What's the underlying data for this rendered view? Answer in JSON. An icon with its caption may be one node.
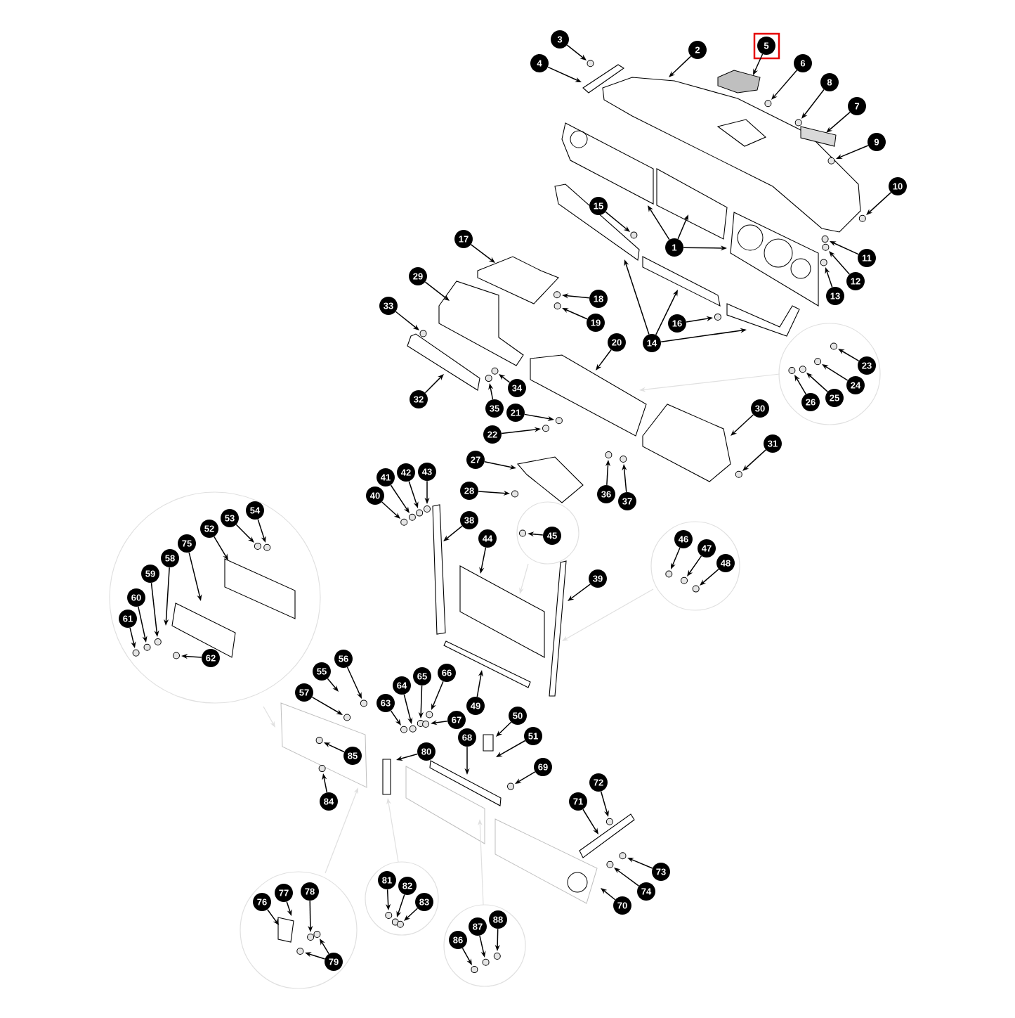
{
  "diagram": {
    "nodes": [
      {
        "text": [
          "1"
        ]
      },
      {
        "text": [
          "2"
        ]
      },
      {
        "text": [
          "3"
        ]
      },
      {
        "text": [
          "4"
        ]
      },
      {
        "text": [
          "5"
        ]
      },
      {
        "text": [
          "6"
        ]
      },
      {
        "text": [
          "7"
        ]
      },
      {
        "text": [
          "8"
        ]
      },
      {
        "text": [
          "9"
        ]
      },
      {
        "text": [
          "10"
        ]
      },
      {
        "text": [
          "11"
        ]
      },
      {
        "text": [
          "12"
        ]
      },
      {
        "text": [
          "13"
        ]
      },
      {
        "text": [
          "14"
        ]
      },
      {
        "text": [
          "15"
        ]
      },
      {
        "text": [
          "16"
        ]
      },
      {
        "text": [
          "17"
        ]
      },
      {
        "text": [
          "18"
        ]
      },
      {
        "text": [
          "19"
        ]
      },
      {
        "text": [
          "20"
        ]
      },
      {
        "text": [
          "21"
        ]
      },
      {
        "text": [
          "22"
        ]
      },
      {
        "text": [
          "23"
        ]
      },
      {
        "text": [
          "24"
        ]
      },
      {
        "text": [
          "25"
        ]
      },
      {
        "text": [
          "26"
        ]
      },
      {
        "text": [
          "27"
        ]
      },
      {
        "text": [
          "28"
        ]
      },
      {
        "text": [
          "29"
        ]
      },
      {
        "text": [
          "30"
        ]
      },
      {
        "text": [
          "31"
        ]
      },
      {
        "text": [
          "32"
        ]
      },
      {
        "text": [
          "33"
        ]
      },
      {
        "text": [
          "34"
        ]
      },
      {
        "text": [
          "35"
        ]
      },
      {
        "text": [
          "36"
        ]
      },
      {
        "text": [
          "37"
        ]
      },
      {
        "text": [
          "38"
        ]
      },
      {
        "text": [
          "39"
        ]
      },
      {
        "text": [
          "40"
        ]
      },
      {
        "text": [
          "41"
        ]
      },
      {
        "text": [
          "42"
        ]
      },
      {
        "text": [
          "43"
        ]
      },
      {
        "text": [
          "44"
        ]
      },
      {
        "text": [
          "45"
        ]
      },
      {
        "text": [
          "46"
        ]
      },
      {
        "text": [
          "47"
        ]
      },
      {
        "text": [
          "48"
        ]
      },
      {
        "text": [
          "49"
        ]
      },
      {
        "text": [
          "50"
        ]
      },
      {
        "text": [
          "51"
        ]
      },
      {
        "text": [
          "52"
        ]
      },
      {
        "text": [
          "53"
        ]
      },
      {
        "text": [
          "54"
        ]
      },
      {
        "text": [
          "55"
        ]
      },
      {
        "text": [
          "56"
        ]
      },
      {
        "text": [
          "57"
        ]
      },
      {
        "text": [
          "58"
        ]
      },
      {
        "text": [
          "59"
        ]
      },
      {
        "text": [
          "60"
        ]
      },
      {
        "text": [
          "61"
        ]
      },
      {
        "text": [
          "62"
        ]
      },
      {
        "text": [
          "63"
        ]
      },
      {
        "text": [
          "64"
        ]
      },
      {
        "text": [
          "65"
        ]
      },
      {
        "text": [
          "66"
        ]
      },
      {
        "text": [
          "67"
        ]
      },
      {
        "text": [
          "68"
        ]
      },
      {
        "text": [
          "69"
        ]
      },
      {
        "text": [
          "70"
        ]
      },
      {
        "text": [
          "71"
        ]
      },
      {
        "text": [
          "72"
        ]
      },
      {
        "text": [
          "73"
        ]
      },
      {
        "text": [
          "74"
        ]
      },
      {
        "text": [
          "75"
        ]
      },
      {
        "text": [
          "76"
        ]
      },
      {
        "text": [
          "77"
        ]
      },
      {
        "text": [
          "78"
        ]
      },
      {
        "text": [
          "79"
        ]
      },
      {
        "text": [
          "80"
        ]
      },
      {
        "text": [
          "81"
        ]
      },
      {
        "text": [
          "82"
        ]
      },
      {
        "text": [
          "83"
        ]
      },
      {
        "text": [
          "84"
        ]
      },
      {
        "text": [
          "85"
        ]
      },
      {
        "text": [
          "86"
        ]
      },
      {
        "text": [
          "87"
        ]
      },
      {
        "text": [
          "88"
        ]
      }
    ],
    "edges": [
      {
        "from": 0,
        "to": null,
        "arrow": "to"
      },
      {
        "from": 0,
        "to": null,
        "arrow": "to"
      },
      {
        "from": 0,
        "to": null,
        "arrow": "to"
      },
      {
        "from": 1,
        "to": null,
        "arrow": "to"
      },
      {
        "from": 2,
        "to": null,
        "arrow": "to"
      },
      {
        "from": 3,
        "to": null,
        "arrow": "to"
      },
      {
        "from": 4,
        "to": null,
        "arrow": "to"
      },
      {
        "from": 5,
        "to": null,
        "arrow": "to"
      },
      {
        "from": 6,
        "to": null,
        "arrow": "to"
      },
      {
        "from": 7,
        "to": null,
        "arrow": "to"
      },
      {
        "from": 8,
        "to": null,
        "arrow": "to"
      },
      {
        "from": 9,
        "to": null,
        "arrow": "to"
      },
      {
        "from": 10,
        "to": null,
        "arrow": "to"
      },
      {
        "from": 11,
        "to": null,
        "arrow": "to"
      },
      {
        "from": 12,
        "to": null,
        "arrow": "to"
      },
      {
        "from": 13,
        "to": null,
        "arrow": "to"
      },
      {
        "from": 13,
        "to": null,
        "arrow": "to"
      },
      {
        "from": 13,
        "to": null,
        "arrow": "to"
      },
      {
        "from": 14,
        "to": null,
        "arrow": "to"
      },
      {
        "from": 15,
        "to": null,
        "arrow": "to"
      },
      {
        "from": 16,
        "to": null,
        "arrow": "to"
      },
      {
        "from": 17,
        "to": null,
        "arrow": "to"
      },
      {
        "from": 18,
        "to": null,
        "arrow": "to"
      },
      {
        "from": 19,
        "to": null,
        "arrow": "to"
      },
      {
        "from": 20,
        "to": null,
        "arrow": "to"
      },
      {
        "from": 21,
        "to": null,
        "arrow": "to"
      },
      {
        "from": 22,
        "to": null,
        "arrow": "to"
      },
      {
        "from": 23,
        "to": null,
        "arrow": "to"
      },
      {
        "from": 24,
        "to": null,
        "arrow": "to"
      },
      {
        "from": 25,
        "to": null,
        "arrow": "to"
      },
      {
        "from": 26,
        "to": null,
        "arrow": "to"
      },
      {
        "from": 27,
        "to": null,
        "arrow": "to"
      },
      {
        "from": 28,
        "to": null,
        "arrow": "to"
      },
      {
        "from": 29,
        "to": null,
        "arrow": "to"
      },
      {
        "from": 30,
        "to": null,
        "arrow": "to"
      },
      {
        "from": 31,
        "to": null,
        "arrow": "to"
      },
      {
        "from": 32,
        "to": null,
        "arrow": "to"
      },
      {
        "from": 33,
        "to": null,
        "arrow": "to"
      },
      {
        "from": 34,
        "to": null,
        "arrow": "to"
      },
      {
        "from": 35,
        "to": null,
        "arrow": "to"
      },
      {
        "from": 36,
        "to": null,
        "arrow": "to"
      },
      {
        "from": 37,
        "to": null,
        "arrow": "to"
      },
      {
        "from": 38,
        "to": null,
        "arrow": "to"
      },
      {
        "from": 39,
        "to": null,
        "arrow": "to"
      },
      {
        "from": 40,
        "to": null,
        "arrow": "to"
      },
      {
        "from": 41,
        "to": null,
        "arrow": "to"
      },
      {
        "from": 42,
        "to": null,
        "arrow": "to"
      },
      {
        "from": 43,
        "to": null,
        "arrow": "to"
      },
      {
        "from": 44,
        "to": null,
        "arrow": "to"
      },
      {
        "from": 45,
        "to": null,
        "arrow": "to"
      },
      {
        "from": 46,
        "to": null,
        "arrow": "to"
      },
      {
        "from": 47,
        "to": null,
        "arrow": "to"
      },
      {
        "from": 48,
        "to": null,
        "arrow": "to"
      },
      {
        "from": 49,
        "to": null,
        "arrow": "to"
      },
      {
        "from": 50,
        "to": null,
        "arrow": "to"
      },
      {
        "from": 51,
        "to": null,
        "arrow": "to"
      },
      {
        "from": 52,
        "to": null,
        "arrow": "to"
      },
      {
        "from": 53,
        "to": null,
        "arrow": "to"
      },
      {
        "from": 54,
        "to": null,
        "arrow": "to"
      },
      {
        "from": 55,
        "to": null,
        "arrow": "to"
      },
      {
        "from": 56,
        "to": null,
        "arrow": "to"
      },
      {
        "from": 57,
        "to": null,
        "arrow": "to"
      },
      {
        "from": 58,
        "to": null,
        "arrow": "to"
      },
      {
        "from": 59,
        "to": null,
        "arrow": "to"
      },
      {
        "from": 60,
        "to": null,
        "arrow": "to"
      },
      {
        "from": 61,
        "to": null,
        "arrow": "to"
      },
      {
        "from": 62,
        "to": null,
        "arrow": "to"
      },
      {
        "from": 63,
        "to": null,
        "arrow": "to"
      },
      {
        "from": 64,
        "to": null,
        "arrow": "to"
      },
      {
        "from": 65,
        "to": null,
        "arrow": "to"
      },
      {
        "from": 66,
        "to": null,
        "arrow": "to"
      },
      {
        "from": 67,
        "to": null,
        "arrow": "to"
      },
      {
        "from": 68,
        "to": null,
        "arrow": "to"
      },
      {
        "from": 69,
        "to": null,
        "arrow": "to"
      },
      {
        "from": 70,
        "to": null,
        "arrow": "to"
      },
      {
        "from": 71,
        "to": null,
        "arrow": "to"
      },
      {
        "from": 72,
        "to": null,
        "arrow": "to"
      },
      {
        "from": 73,
        "to": null,
        "arrow": "to"
      },
      {
        "from": 74,
        "to": null,
        "arrow": "to"
      },
      {
        "from": 75,
        "to": null,
        "arrow": "to"
      },
      {
        "from": 76,
        "to": null,
        "arrow": "to"
      },
      {
        "from": 77,
        "to": null,
        "arrow": "to"
      },
      {
        "from": 78,
        "to": null,
        "arrow": "to"
      },
      {
        "from": 78,
        "to": null,
        "arrow": "to"
      },
      {
        "from": 79,
        "to": null,
        "arrow": "to"
      },
      {
        "from": 80,
        "to": null,
        "arrow": "to"
      },
      {
        "from": 81,
        "to": null,
        "arrow": "to"
      },
      {
        "from": 82,
        "to": null,
        "arrow": "to"
      },
      {
        "from": 83,
        "to": null,
        "arrow": "to"
      },
      {
        "from": 84,
        "to": null,
        "arrow": "to"
      },
      {
        "from": 85,
        "to": null,
        "arrow": "to"
      },
      {
        "from": 86,
        "to": null,
        "arrow": "to"
      },
      {
        "from": 87,
        "to": null,
        "arrow": "to"
      }
    ]
  }
}
